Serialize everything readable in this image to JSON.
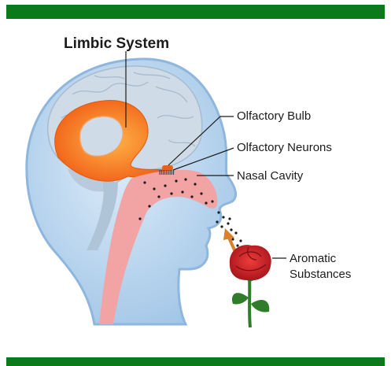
{
  "colors": {
    "band": "#0b7a1b",
    "head_fill": "#bcd7ee",
    "head_edge": "#8fb6dc",
    "brain": "#cfdbe6",
    "limbic": "#f4781e",
    "nasal": "#f2a3a3",
    "rose": "#d8262b",
    "stem": "#2f7d2a",
    "arrow": "#d9822b"
  },
  "labels": {
    "limbic_system": "Limbic System",
    "olfactory_bulb": "Olfactory Bulb",
    "olfactory_neurons": "Olfactory Neurons",
    "nasal_cavity": "Nasal Cavity",
    "aromatic_line1": "Aromatic",
    "aromatic_line2": "Substances"
  }
}
